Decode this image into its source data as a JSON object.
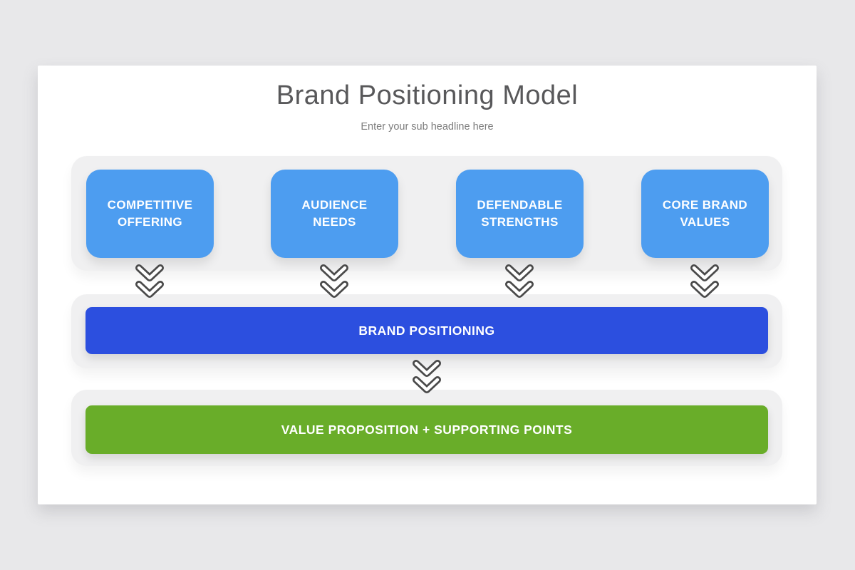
{
  "slide": {
    "title": "Brand Positioning Model",
    "subtitle": "Enter your sub headline here"
  },
  "diagram": {
    "inputs": [
      {
        "label": "COMPETITIVE OFFERING"
      },
      {
        "label": "AUDIENCE NEEDS"
      },
      {
        "label": "DEFENDABLE STRENGTHS"
      },
      {
        "label": "CORE BRAND VALUES"
      }
    ],
    "positioning": {
      "label": "BRAND POSITIONING"
    },
    "value_proposition": {
      "label": "VALUE PROPOSITION + SUPPORTING POINTS"
    },
    "connector_icon": "double-chevron-down"
  },
  "colors": {
    "page_background": "#e8e8ea",
    "slide_background": "#ffffff",
    "tier_background": "#f0f0f1",
    "input_box_blue": "#4d9df0",
    "positioning_blue": "#2c4fdf",
    "value_green": "#69ad29",
    "chevron_gray": "#4a4a4a",
    "title_gray": "#58585a",
    "subtitle_gray": "#7c7c7c",
    "label_text": "#ffffff"
  }
}
